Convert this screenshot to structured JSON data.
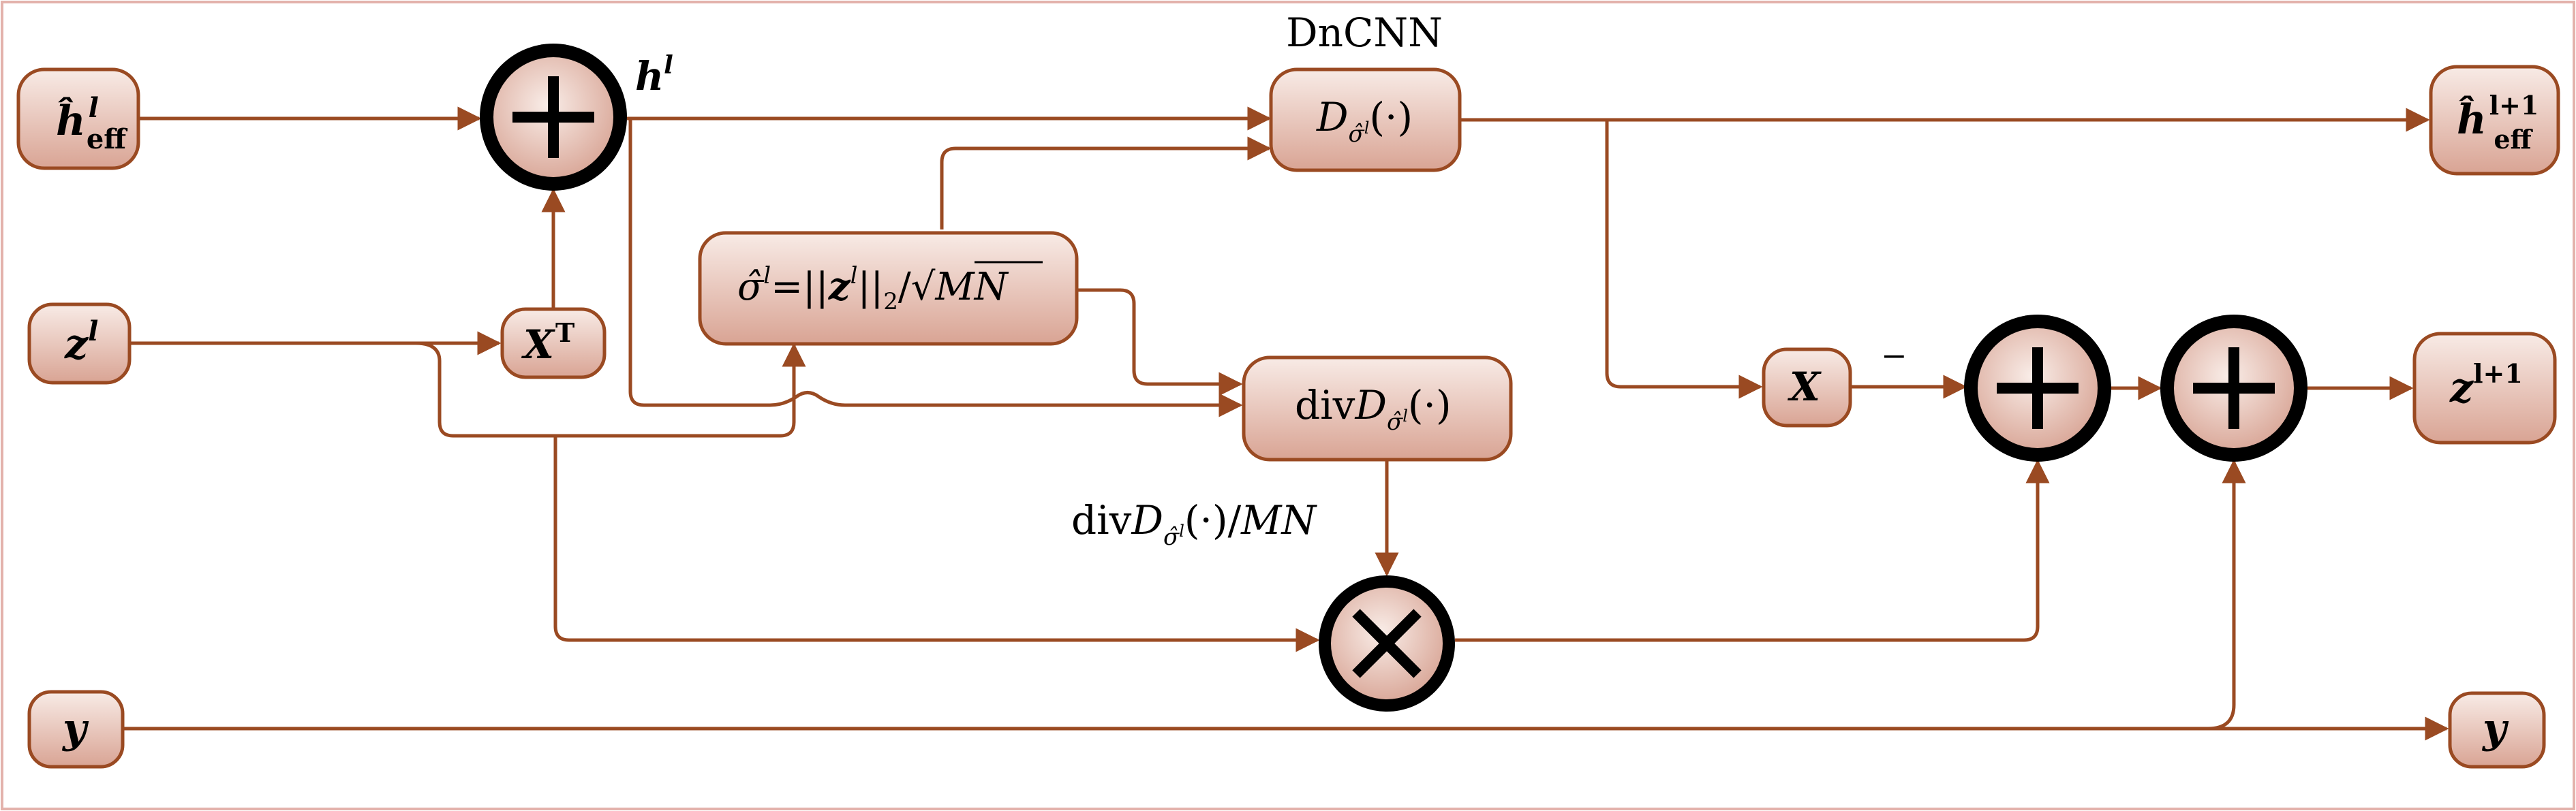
{
  "title": "DnCNN",
  "colors": {
    "wire": "#9a4a22",
    "box_top": "#f8ebe6",
    "box_bottom": "#d9a494",
    "frame": "#e3b2ac"
  },
  "nodes": {
    "h_in": {
      "base": "ĥ",
      "sub": "eff",
      "sup": "l"
    },
    "z_in": {
      "base": "z",
      "sup": "l"
    },
    "y_in": {
      "base": "y"
    },
    "xt": {
      "base": "X",
      "sup": "T"
    },
    "sigma": {
      "lhs": "σ̂",
      "sup": "l",
      "eq": "=||",
      "z": "z",
      "zsup": "l",
      "norm": "||",
      "normsub": "2",
      "slash": "/",
      "sqrt": "√",
      "mn": "MN"
    },
    "denoiser": {
      "base": "D",
      "sub": "σ̂",
      "subsup": "l",
      "arg": "(·)"
    },
    "div": {
      "prefix": "div",
      "base": "D",
      "sub": "σ̂",
      "subsup": "l",
      "arg": "(·)"
    },
    "x": {
      "base": "X"
    },
    "h_out": {
      "base": "ĥ",
      "sub": "eff",
      "sup": "l+1"
    },
    "z_out": {
      "base": "z",
      "sup": "l+1"
    },
    "y_out": {
      "base": "y"
    }
  },
  "labels": {
    "h_l": {
      "base": "h",
      "sup": "l"
    },
    "minus": "−",
    "div_scaled": {
      "prefix": "div",
      "base": "D",
      "sub": "σ̂",
      "subsup": "l",
      "arg": "(·)/",
      "mn": "MN"
    }
  },
  "operators": {
    "add_top": "+",
    "multiply": "×",
    "add_mid1": "+",
    "add_mid2": "+"
  }
}
